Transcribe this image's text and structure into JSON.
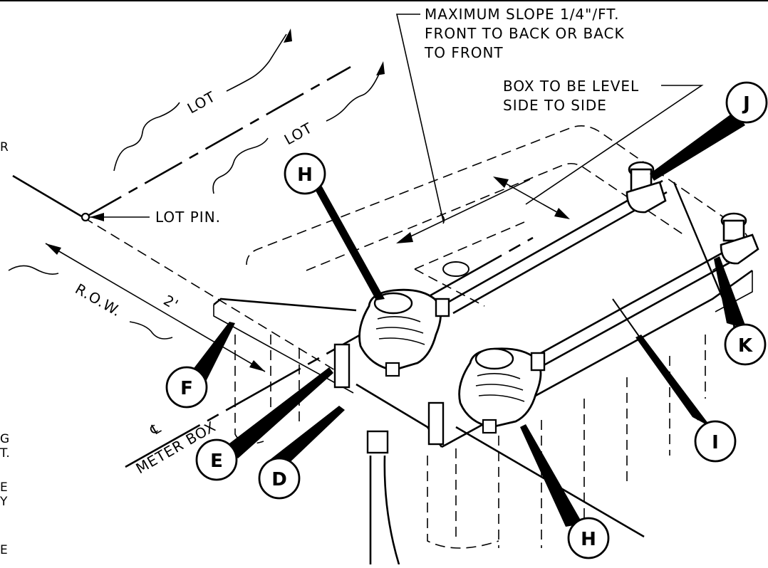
{
  "notes": {
    "slope_line1": "MAXIMUM SLOPE 1/4\"/FT.",
    "slope_line2": "FRONT TO BACK OR BACK",
    "slope_line3": "TO FRONT",
    "level_line1": "BOX TO BE LEVEL",
    "level_line2": "SIDE TO SIDE"
  },
  "labels": {
    "lot_upper": "LOT",
    "lot_lower": "LOT",
    "lot_pin": "LOT PIN.",
    "row": "R.O.W.",
    "two_ft": "2'",
    "centerline_symbol": "℄",
    "meter_box": "METER BOX"
  },
  "callouts": {
    "j": "J",
    "h_top": "H",
    "k": "K",
    "f": "F",
    "i": "I",
    "e": "E",
    "d": "D",
    "h_bottom": "H"
  },
  "left_edge_fragments": {
    "r": "R",
    "g": "G",
    "t": "T.",
    "e": "E",
    "y": "Y",
    "e2": "E"
  }
}
